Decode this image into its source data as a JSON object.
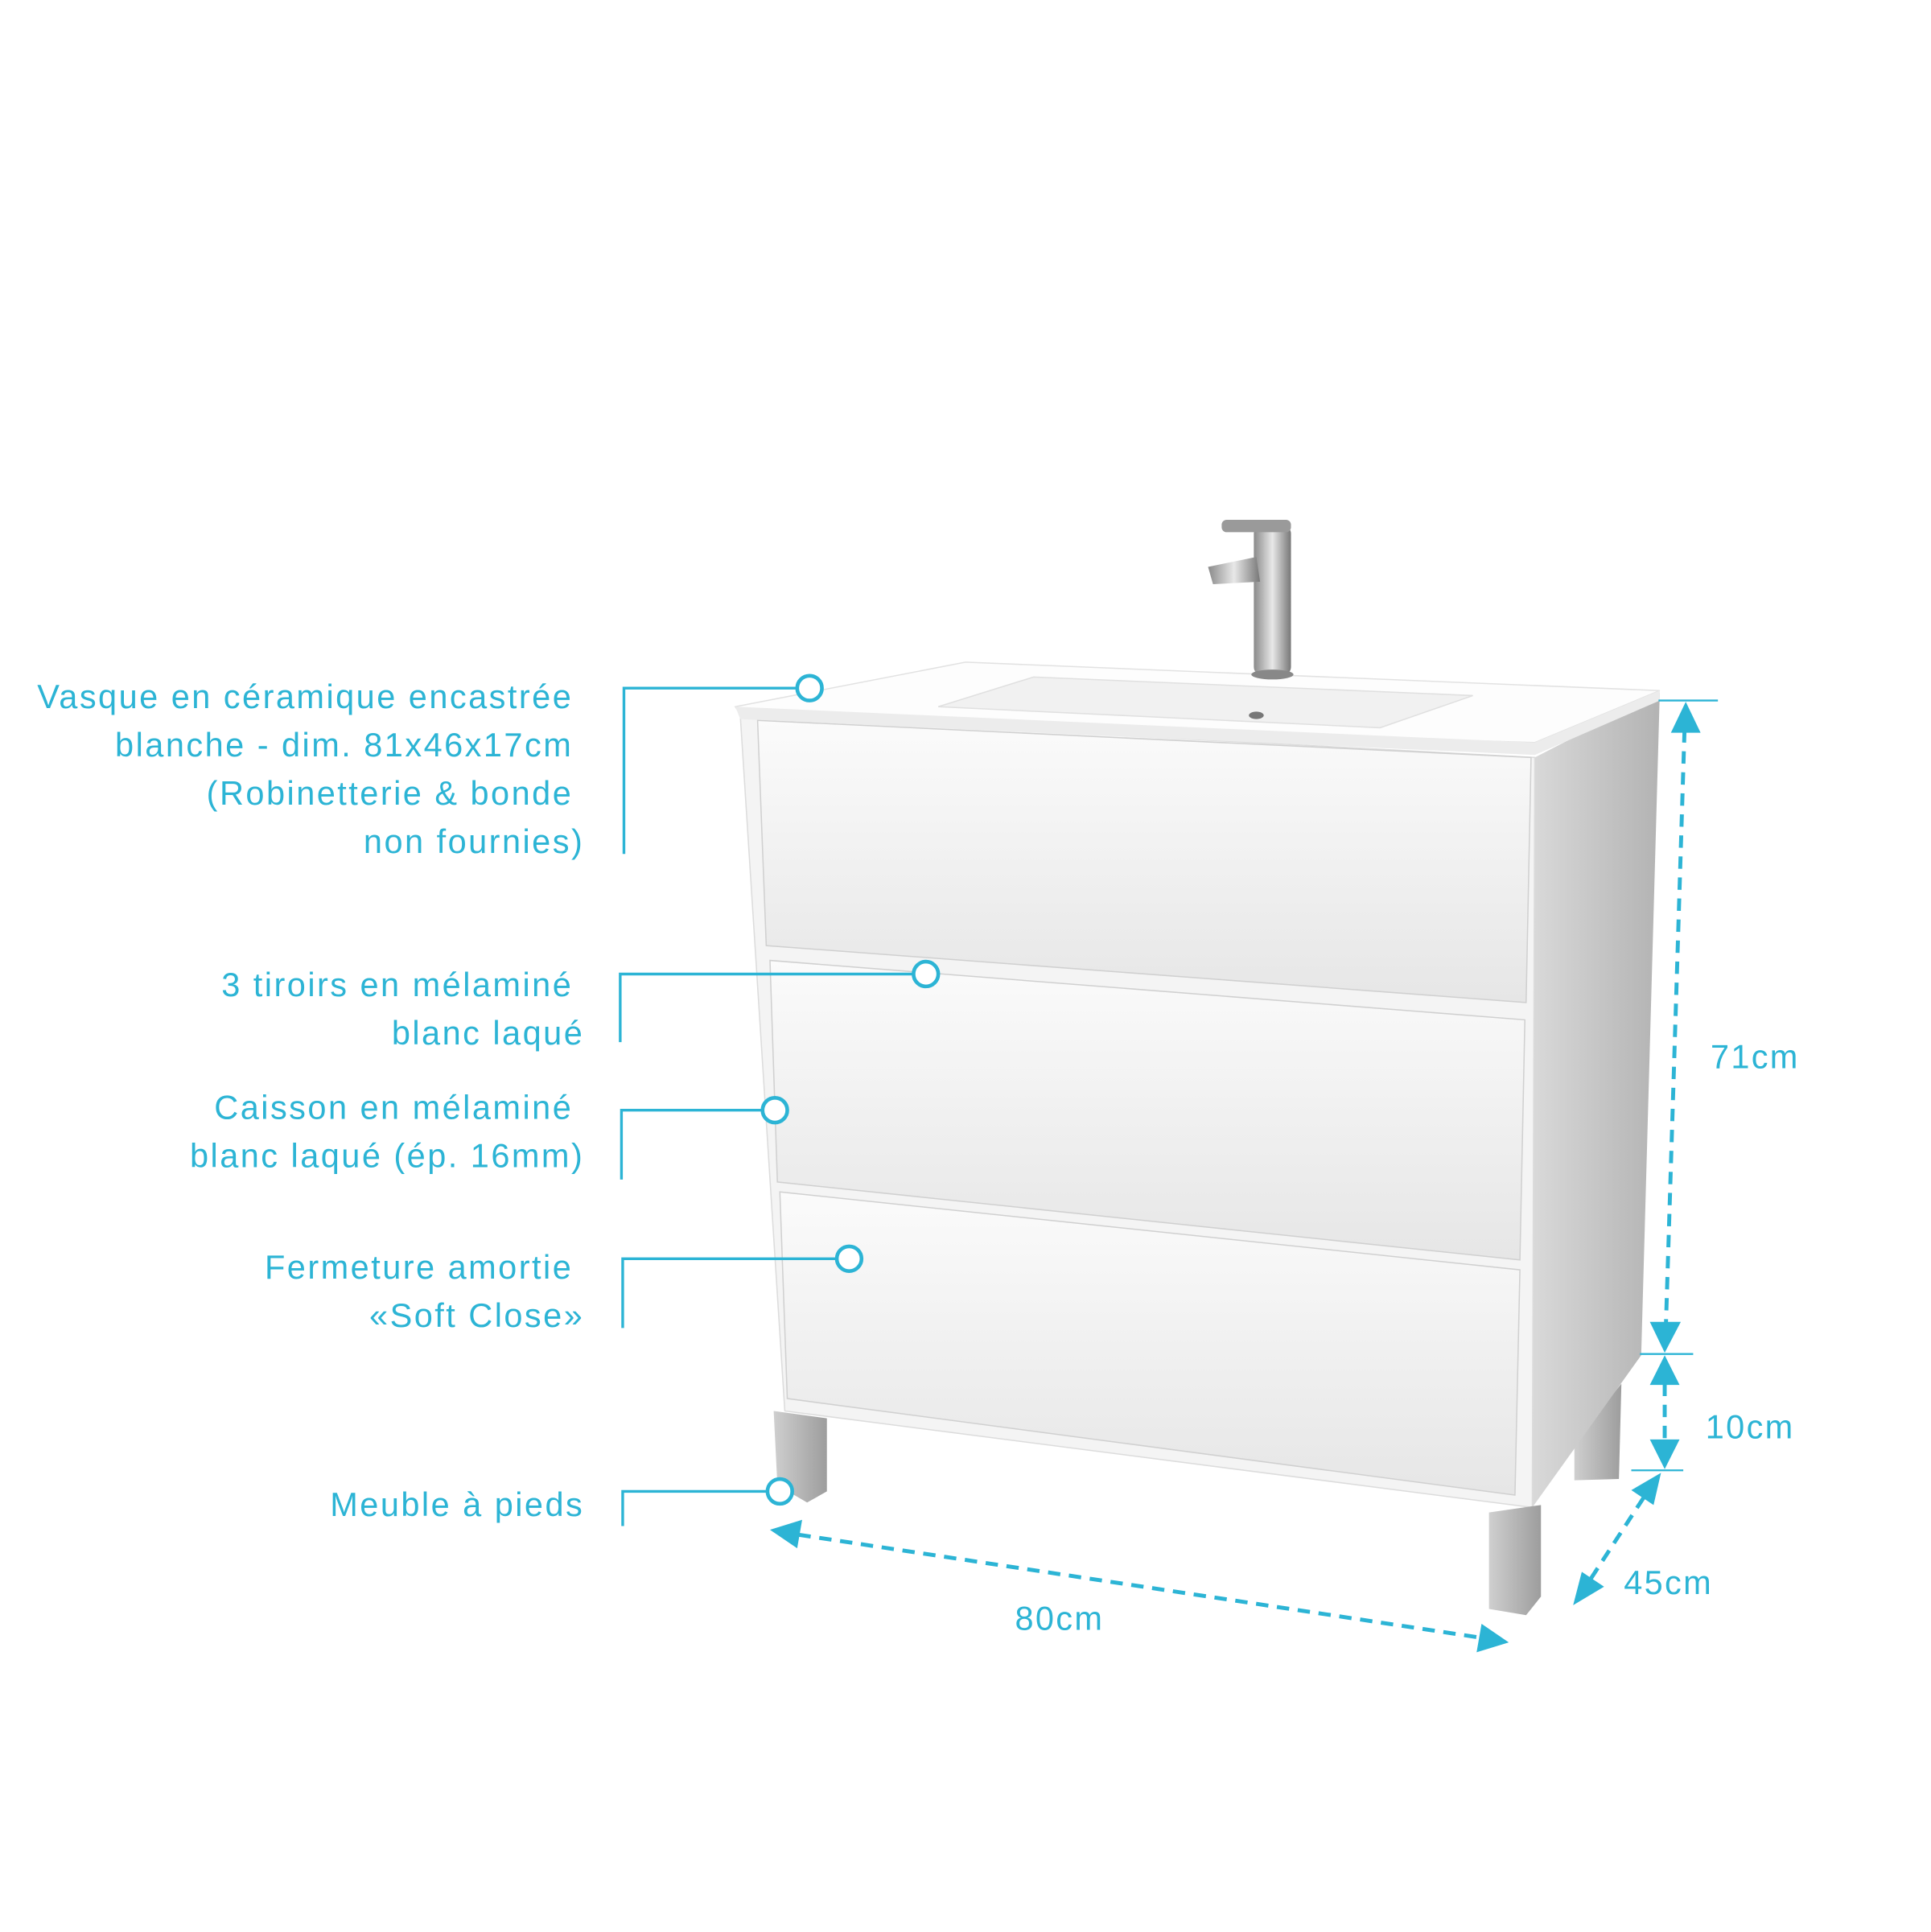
{
  "callouts": [
    {
      "lines": [
        "Vasque en céramique encastrée",
        "blanche - dim. 81x46x17cm",
        "(Robinetterie & bonde",
        "non fournies)"
      ]
    },
    {
      "lines": [
        "3 tiroirs en mélaminé",
        "blanc laqué"
      ]
    },
    {
      "lines": [
        "Caisson en mélaminé",
        "blanc laqué (ép. 16mm)"
      ]
    },
    {
      "lines": [
        "Fermeture amortie",
        "«Soft Close»"
      ]
    },
    {
      "lines": [
        "Meuble à pieds"
      ]
    }
  ],
  "dimensions": {
    "height_cabinet": "71cm",
    "height_feet": "10cm",
    "depth": "45cm",
    "width": "80cm"
  },
  "colors": {
    "accent": "#2cb4d5"
  }
}
